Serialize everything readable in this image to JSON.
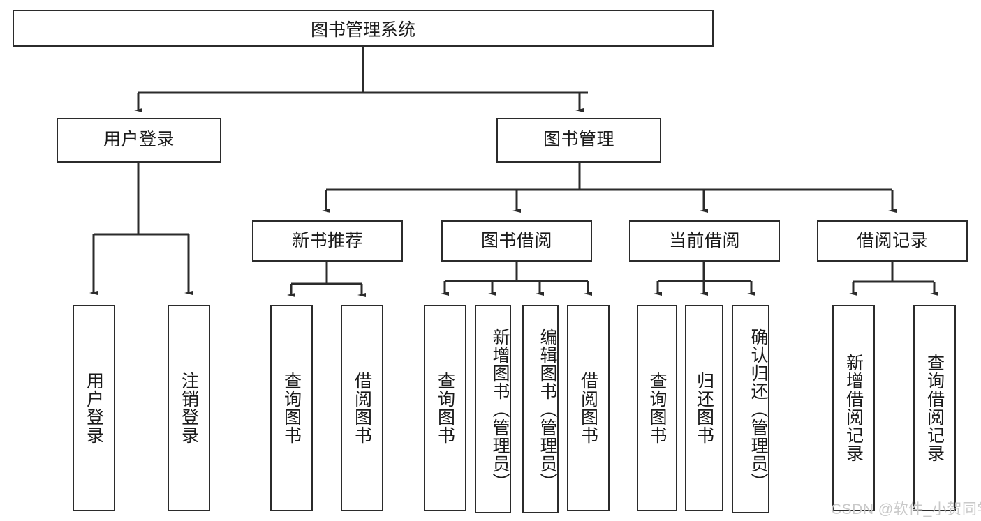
{
  "diagram": {
    "title": "图书管理系统",
    "type": "tree-hierarchy",
    "root": {
      "label": "图书管理系统"
    },
    "level2": [
      {
        "label": "用户登录"
      },
      {
        "label": "图书管理"
      }
    ],
    "level3": [
      {
        "label": "新书推荐"
      },
      {
        "label": "图书借阅"
      },
      {
        "label": "当前借阅"
      },
      {
        "label": "借阅记录"
      }
    ],
    "leaves": {
      "user_login": [
        {
          "label": "用户登录"
        },
        {
          "label": "注销登录"
        }
      ],
      "new_book_recommend": [
        {
          "label": "查询图书"
        },
        {
          "label": "借阅图书"
        }
      ],
      "book_borrow": [
        {
          "label": "查询图书"
        },
        {
          "label": "新增图书（管理员）"
        },
        {
          "label": "编辑图书（管理员）"
        },
        {
          "label": "借阅图书"
        }
      ],
      "current_borrow": [
        {
          "label": "查询图书"
        },
        {
          "label": "归还图书"
        },
        {
          "label": "确认归还（管理员）"
        }
      ],
      "borrow_record": [
        {
          "label": "新增借阅记录"
        },
        {
          "label": "查询借阅记录"
        }
      ]
    }
  },
  "watermark": {
    "text": "CSDN @软件_小贺同学"
  },
  "colors": {
    "stroke": "#2b2b2b",
    "text": "#1a1a1a",
    "background": "#ffffff",
    "watermark": "#c9c9c9"
  }
}
